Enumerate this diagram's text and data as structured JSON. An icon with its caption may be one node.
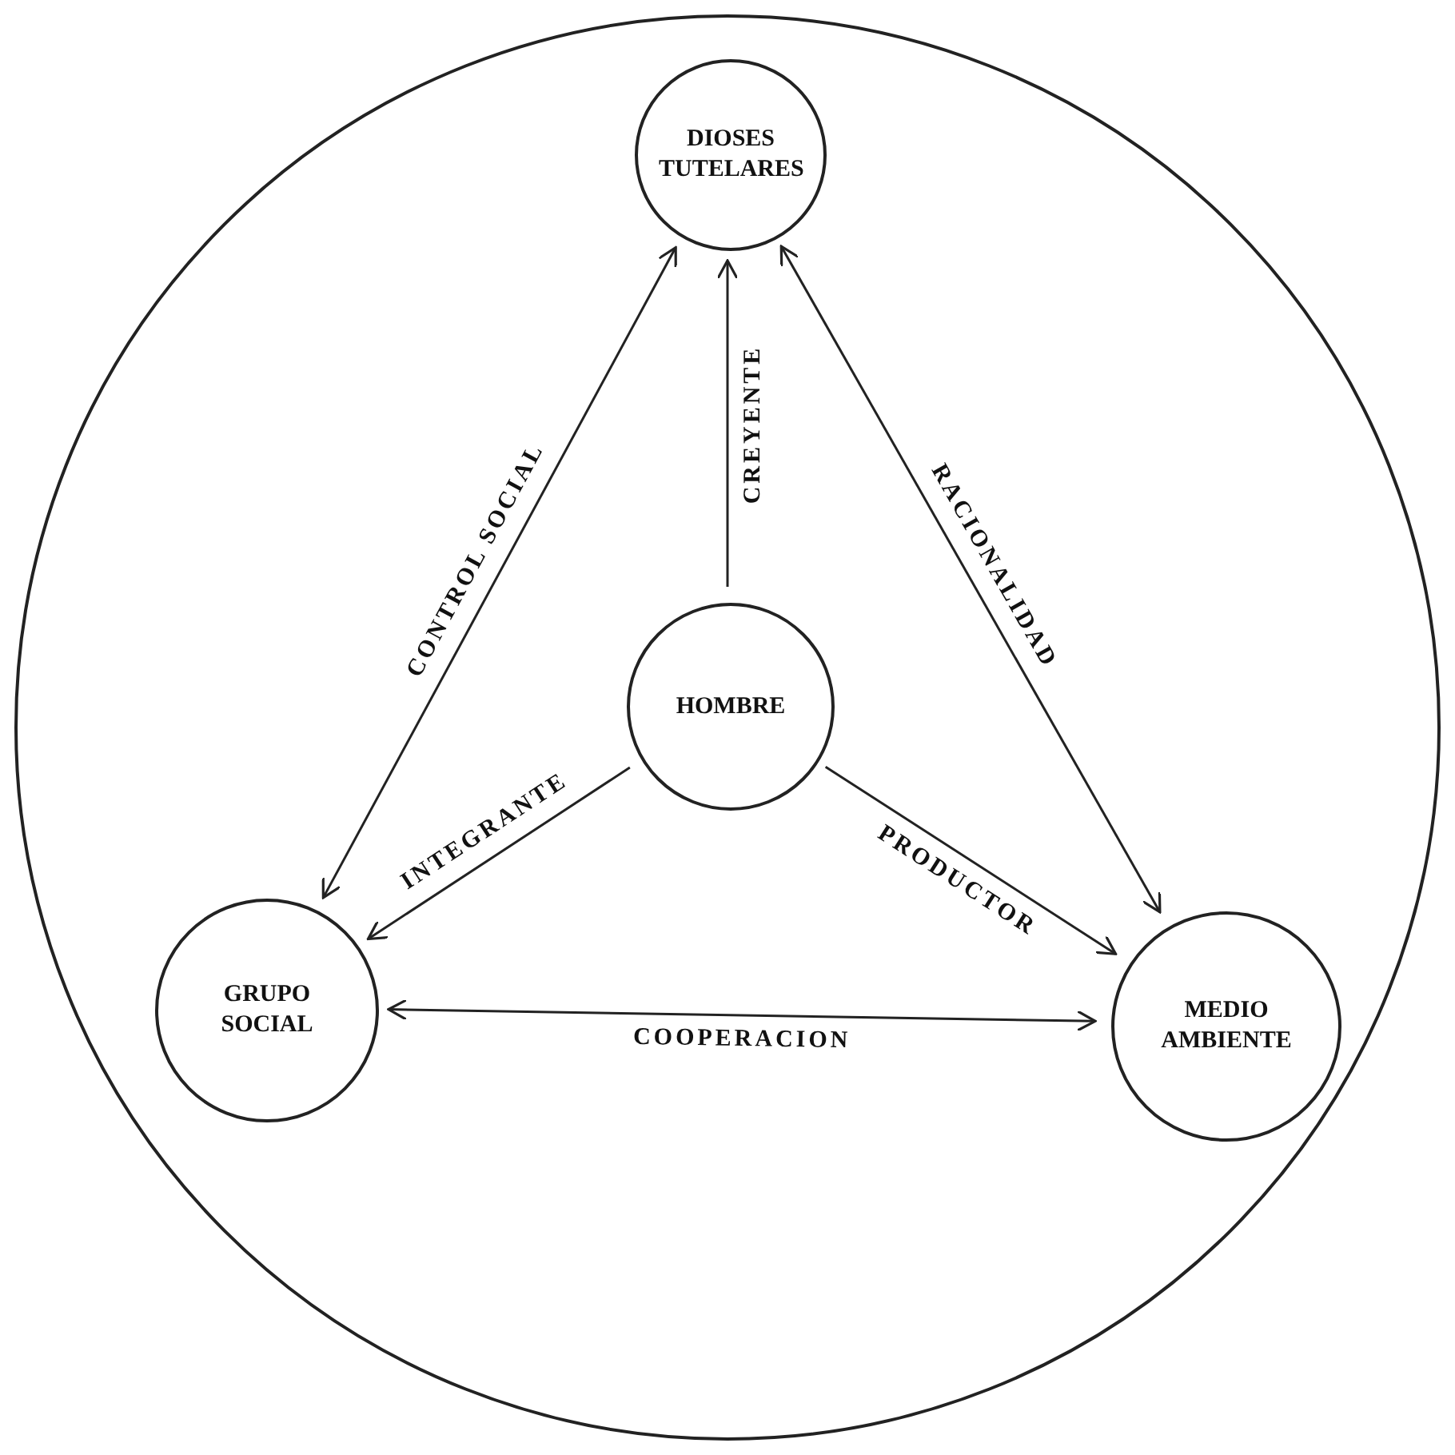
{
  "diagram": {
    "nodes": [
      {
        "text": [],
        "shape": "circle"
      },
      {
        "text": [
          "DIOSES TUTELARES"
        ],
        "in": 0
      },
      {
        "text": [
          "HOMBRE"
        ],
        "in": 0
      },
      {
        "text": [
          "GRUPO SOCIAL"
        ],
        "in": 0
      },
      {
        "text": [
          "MEDIO AMBIENTE"
        ],
        "in": 0
      }
    ],
    "edges": [
      {
        "from": 3,
        "to": 1,
        "arrow": "both",
        "label": "CONTROL SOCIAL"
      },
      {
        "from": 1,
        "to": 4,
        "arrow": "both",
        "label": "RACIONALIDAD"
      },
      {
        "from": 3,
        "to": 4,
        "arrow": "both",
        "label": "COOPERACION"
      },
      {
        "from": 2,
        "to": 1,
        "arrow": "to",
        "label": "CREYENTE"
      },
      {
        "from": 2,
        "to": 3,
        "arrow": "to",
        "label": "INTEGRANTE"
      },
      {
        "from": 2,
        "to": 4,
        "arrow": "to",
        "label": "PRODUCTOR"
      }
    ]
  }
}
